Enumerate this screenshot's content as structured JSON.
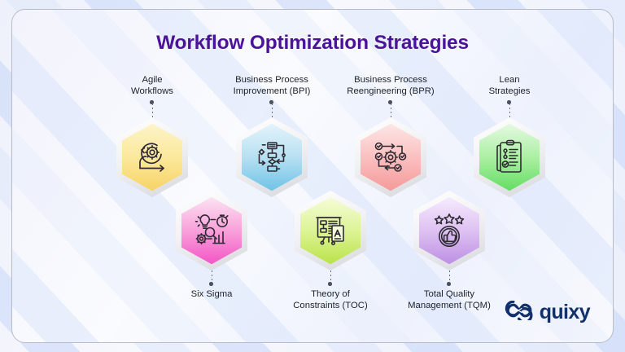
{
  "title": "Workflow Optimization Strategies",
  "brand": {
    "name": "quixy",
    "mark": "infinity-knot-icon",
    "color": "#12306b"
  },
  "theme": {
    "title_color": "#4b1397",
    "label_color": "#20242c",
    "card_border": "#b9bcc6",
    "background": "#f3f4fb",
    "connector_color": "#4b5160"
  },
  "nodes": [
    {
      "id": "agile-workflows",
      "label": "Agile\nWorkflows",
      "label_line1": "Agile",
      "label_line2": "Workflows",
      "row": "top",
      "icon": "agile-loop-gear-icon",
      "color_top": "#fdf4c8",
      "color_bottom": "#f8d977",
      "stroke": "#2f2a33"
    },
    {
      "id": "business-process-improvement",
      "label": "Business Process\nImprovement (BPI)",
      "label_line1": "Business Process",
      "label_line2": "Improvement (BPI)",
      "row": "top",
      "icon": "flowchart-icon",
      "color_top": "#ddf0fa",
      "color_bottom": "#7fc9e8",
      "stroke": "#2f2a33"
    },
    {
      "id": "business-process-reengineering",
      "label": "Business Process\nReengineering (BPR)",
      "label_line1": "Business Process",
      "label_line2": "Reengineering (BPR)",
      "row": "top",
      "icon": "gear-process-check-icon",
      "color_top": "#fde3e3",
      "color_bottom": "#f6a8a8",
      "stroke": "#2f2a33"
    },
    {
      "id": "lean-strategies",
      "label": "Lean\nStrategies",
      "label_line1": "Lean",
      "label_line2": "Strategies",
      "row": "top",
      "icon": "clipboard-checklist-icon",
      "color_top": "#dff7dc",
      "color_bottom": "#73e073",
      "stroke": "#2f2a33"
    },
    {
      "id": "six-sigma",
      "label": "Six Sigma",
      "label_line1": "Six Sigma",
      "label_line2": "",
      "row": "bottom",
      "icon": "bulb-magnifier-stopwatch-chart-icon",
      "color_top": "#fbdff0",
      "color_bottom": "#f46fd0",
      "stroke": "#2f2a33"
    },
    {
      "id": "theory-of-constraints",
      "label": "Theory of\nConstraints (TOC)",
      "label_line1": "Theory of",
      "label_line2": "Constraints (TOC)",
      "row": "bottom",
      "icon": "presentation-board-icon",
      "color_top": "#f2fbd0",
      "color_bottom": "#c4e860",
      "stroke": "#2f2a33"
    },
    {
      "id": "total-quality-management",
      "label": "Total Quality\nManagement (TQM)",
      "label_line1": "Total Quality",
      "label_line2": "Management (TQM)",
      "row": "bottom",
      "icon": "stars-thumbsup-icon",
      "color_top": "#f3e7fb",
      "color_bottom": "#c79ae8",
      "stroke": "#2f2a33"
    }
  ]
}
